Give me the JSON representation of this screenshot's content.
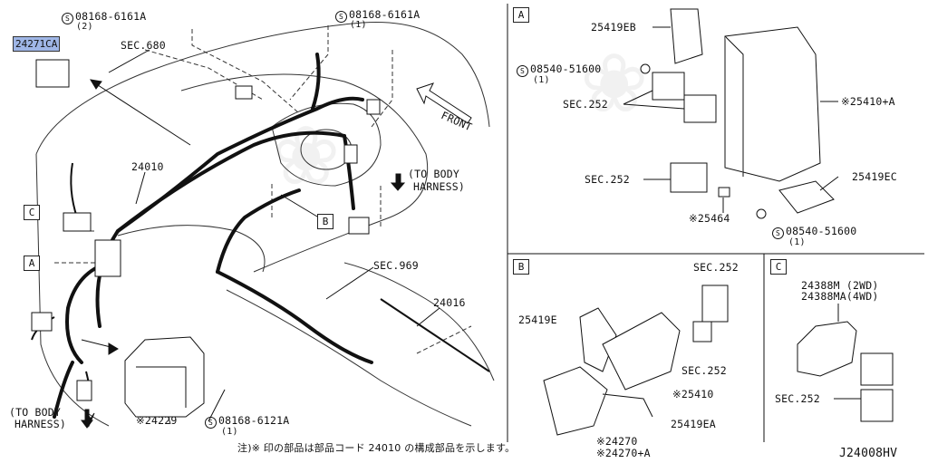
{
  "diagram_id": "J24008HV",
  "footnote": "注)※ 印の部品は部品コード 24010 の構成部品を示します。",
  "front_label": "FRONT",
  "main": {
    "highlight_part": "24271CA",
    "parts": {
      "bolt_top_left": "08168-6161A",
      "bolt_top_left_qty": "(2)",
      "bolt_top_right": "08168-6161A",
      "bolt_top_right_qty": "(1)",
      "sec680": "SEC.680",
      "harness": "24010",
      "sec969": "SEC.969",
      "part_24016": "24016",
      "part_24229": "※24229",
      "bolt_bottom": "08168-6121A",
      "bolt_bottom_qty": "(1)"
    },
    "to_body_1": "(TO BODY",
    "to_body_1b": "HARNESS)",
    "to_body_2": "(TO BODY",
    "to_body_2b": "HARNESS)",
    "callouts": {
      "a": "A",
      "b": "B",
      "c": "C"
    }
  },
  "panel_a": {
    "title": "A",
    "parts": {
      "p1": "25419EB",
      "bolt": "08540-51600",
      "bolt_qty": "(1)",
      "sec252_1": "SEC.252",
      "p2": "※25410+A",
      "sec252_2": "SEC.252",
      "p3": "25419EC",
      "p4": "※25464",
      "bolt2": "08540-51600",
      "bolt2_qty": "(1)"
    }
  },
  "panel_b": {
    "title": "B",
    "parts": {
      "sec252_1": "SEC.252",
      "p1": "25419E",
      "sec252_2": "SEC.252",
      "p2": "※25410",
      "p3": "25419EA",
      "p4": "※24270",
      "p5": "※24270+A"
    }
  },
  "panel_c": {
    "title": "C",
    "parts": {
      "p1": "24388M (2WD)",
      "p2": "24388MA(4WD)",
      "sec252": "SEC.252"
    }
  }
}
